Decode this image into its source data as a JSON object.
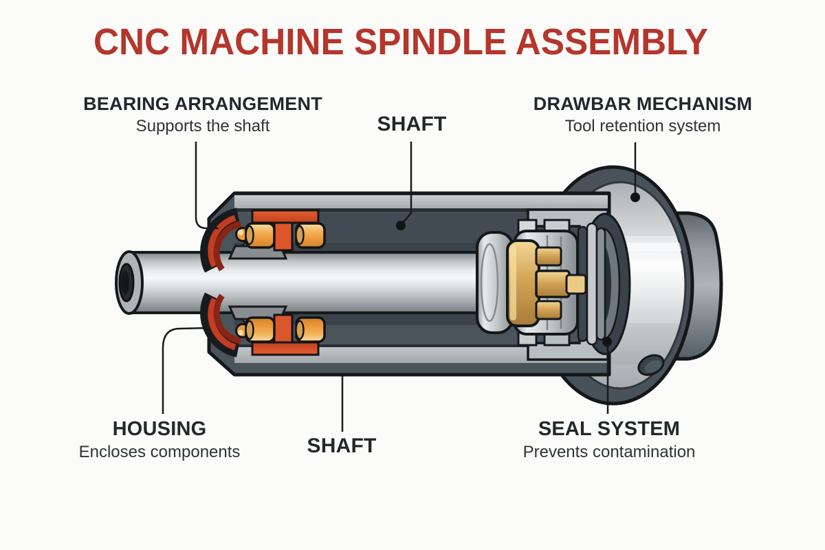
{
  "title": {
    "text": "CNC MACHINE SPINDLE ASSEMBLY",
    "color": "#B4362C"
  },
  "labels": [
    {
      "name": "BEARING ARRANGEMENT",
      "description": "Supports the shaft"
    },
    {
      "name": "SHAFT",
      "description": ""
    },
    {
      "name": "DRAWBAR MECHANISM",
      "description": "Tool retention system"
    },
    {
      "name": "HOUSING",
      "description": "Encloses components"
    },
    {
      "name": "SHAFT",
      "description": ""
    },
    {
      "name": "SEAL SYSTEM",
      "description": "Prevents contamination"
    }
  ],
  "palette": {
    "background": "#FBFBF9",
    "label_text": "#23282C",
    "leader_line": "#17191B",
    "outline": "#14181A",
    "housing_dark_slate": "#4A545B",
    "housing_light_band": "#B9BEC1",
    "shaft_highlight": "#F7F8F9",
    "bearing_red": "#D24B24",
    "roller_orange": "#EF9C3E",
    "seal_ring_dark_red": "#872517",
    "brass": "#D4A557",
    "brass_light": "#EACA84",
    "flange_face_light": "#E8EAEB",
    "steel_mid": "#9AA1A5"
  }
}
